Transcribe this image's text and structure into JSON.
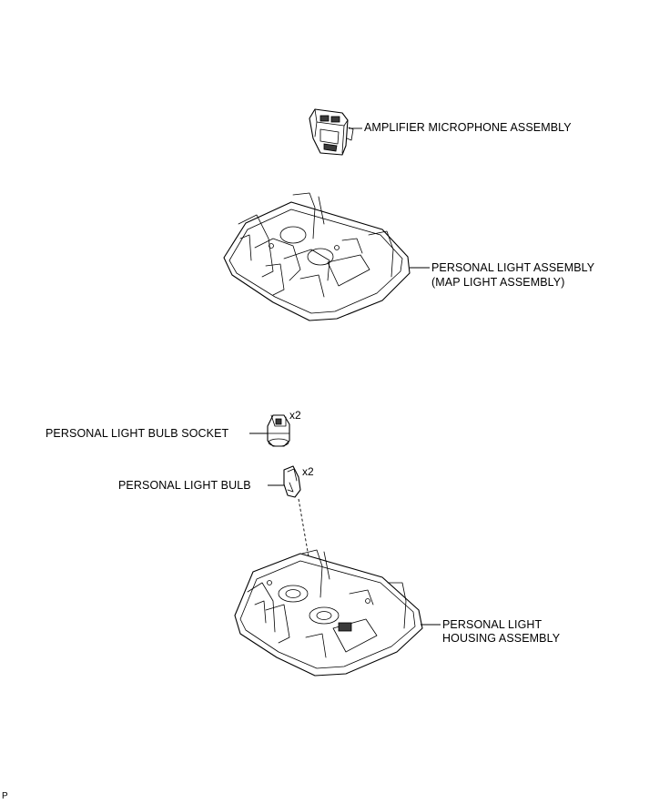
{
  "labels": {
    "amplifier_microphone": "AMPLIFIER MICROPHONE ASSEMBLY",
    "personal_light_line1": "PERSONAL LIGHT ASSEMBLY",
    "personal_light_line2": "(MAP LIGHT ASSEMBLY)",
    "bulb_socket": "PERSONAL LIGHT BULB SOCKET",
    "bulb": "PERSONAL LIGHT BULB",
    "housing_line1": "PERSONAL LIGHT",
    "housing_line2": "HOUSING ASSEMBLY"
  },
  "quantities": {
    "bulb_socket": "x2",
    "bulb": "x2"
  },
  "footer": {
    "code": "P"
  }
}
